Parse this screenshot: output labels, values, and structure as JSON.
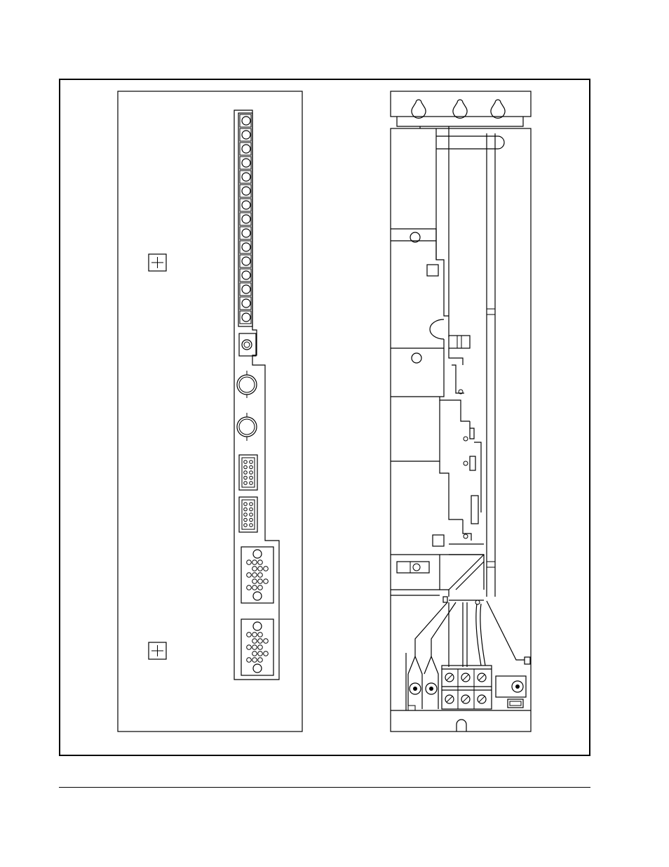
{
  "figure": {
    "left_panel": {
      "terminal_count": 15,
      "mounting_mark_count": 2,
      "d_connectors_small": 2,
      "d_connectors_large": 2,
      "bnc_connectors": 2
    },
    "right_panel": {
      "keyhole_count": 3,
      "power_terminal_screws": 6
    }
  },
  "colors": {
    "line": "#000000",
    "background": "#ffffff"
  }
}
